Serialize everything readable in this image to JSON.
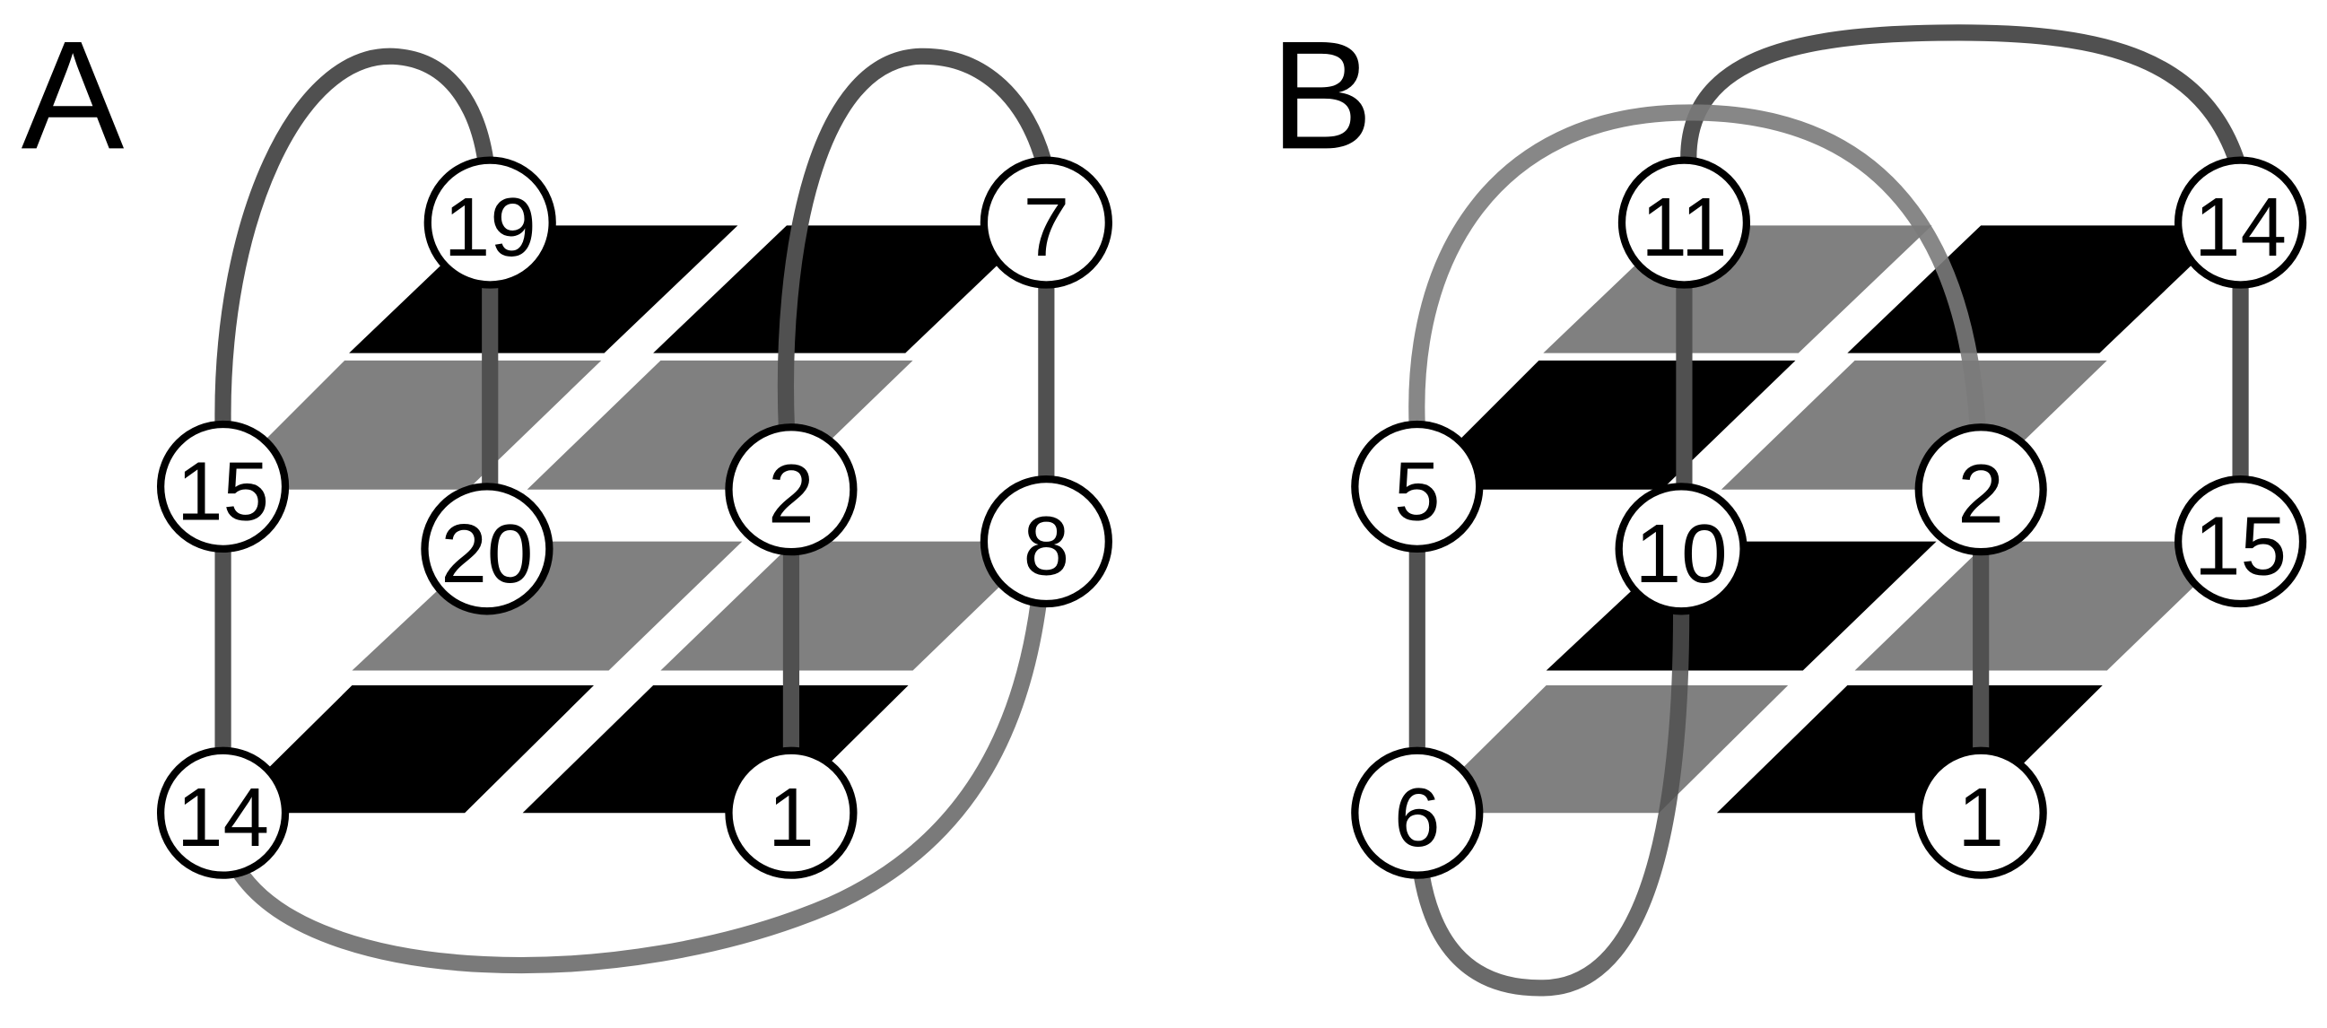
{
  "panels": [
    {
      "label": "A",
      "nodes": [
        "19",
        "7",
        "15",
        "20",
        "2",
        "8",
        "14",
        "1"
      ]
    },
    {
      "label": "B",
      "nodes": [
        "11",
        "14",
        "5",
        "10",
        "2",
        "15",
        "6",
        "1"
      ]
    }
  ],
  "colors": {
    "tetrad_black": "#000000",
    "tetrad_gray": "#808080",
    "loop_dark": "#505050",
    "loop_light": "#7a7a7a",
    "node_fill": "#ffffff",
    "first_node_fill": "#a6a6a6"
  }
}
